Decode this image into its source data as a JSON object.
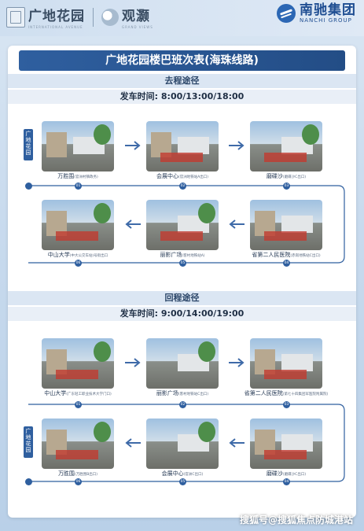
{
  "header": {
    "brand_a": "广地花园",
    "brand_a_sub": "INTERNATIONAL AVENUE",
    "brand_b": "观灏",
    "brand_b_sub": "GRAND VIEWS",
    "nanchi_cn": "南驰集团",
    "nanchi_en": "NANCHI GROUP"
  },
  "card": {
    "title": "广地花园楼巴班次表(海珠线路)",
    "outbound": {
      "heading": "去程途径",
      "time": "发车时间: 8:00/13:00/18:00",
      "flag": "广地花园",
      "stops": [
        {
          "name": "万胜围",
          "sub": "(官洲村镇政务)",
          "num": "01"
        },
        {
          "name": "会展中心",
          "sub": "(官洲地铁站A出口)",
          "num": "02"
        },
        {
          "name": "磨碟沙",
          "sub": "(磨碟沙C出口)",
          "num": "03"
        },
        {
          "name": "省第二人民医院",
          "sub": "(赤岗地铁站C出口)",
          "num": "04"
        },
        {
          "name": "丽影广场",
          "sub": "(客村地铁站A)",
          "num": "05"
        },
        {
          "name": "中山大学",
          "sub": "(中大公交车站)号街出口",
          "num": "06"
        }
      ]
    },
    "return": {
      "heading": "回程途径",
      "time": "发车时间: 9:00/14:00/19:00",
      "flag": "广地花园",
      "stops": [
        {
          "name": "中山大学",
          "sub": "(广东轻工职业技术大学门口)",
          "num": "01"
        },
        {
          "name": "丽影广场",
          "sub": "(客村地铁站C出口)",
          "num": "02"
        },
        {
          "name": "省第二人民医院",
          "sub": "(第七十四集团军医院附属院)",
          "num": "03"
        },
        {
          "name": "磨碟沙",
          "sub": "(磨碟沙C出口)",
          "num": "04"
        },
        {
          "name": "会展中心",
          "sub": "(官洲C出口)",
          "num": "05"
        },
        {
          "name": "万胜围",
          "sub": "(万胜围B出口)",
          "num": "06"
        }
      ]
    }
  },
  "watermark": "搜狐号@搜狐焦点防城港站",
  "colors": {
    "accent": "#2f5f9f",
    "arrow": "#3e6aa8"
  }
}
